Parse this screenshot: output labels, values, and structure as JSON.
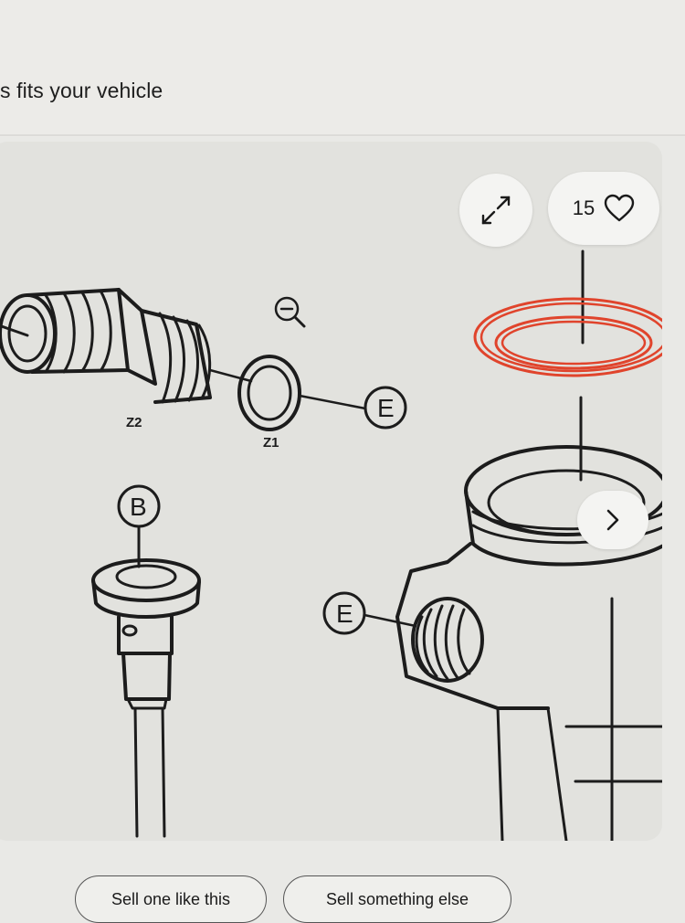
{
  "fitment": {
    "text": "s fits your vehicle"
  },
  "viewer": {
    "like_count": "15",
    "icons": {
      "expand": "expand-arrows-icon",
      "like": "heart-icon",
      "next": "chevron-right-icon",
      "zoom": "zoom-out-icon"
    },
    "diagram_labels": {
      "z2": "Z2",
      "z1": "Z1",
      "e_top": "E",
      "b": "B",
      "e_bottom": "E"
    },
    "highlight_color": "#e0442c"
  },
  "actions": {
    "sell_one_like_this": "Sell one like this",
    "sell_something_else": "Sell something else"
  }
}
